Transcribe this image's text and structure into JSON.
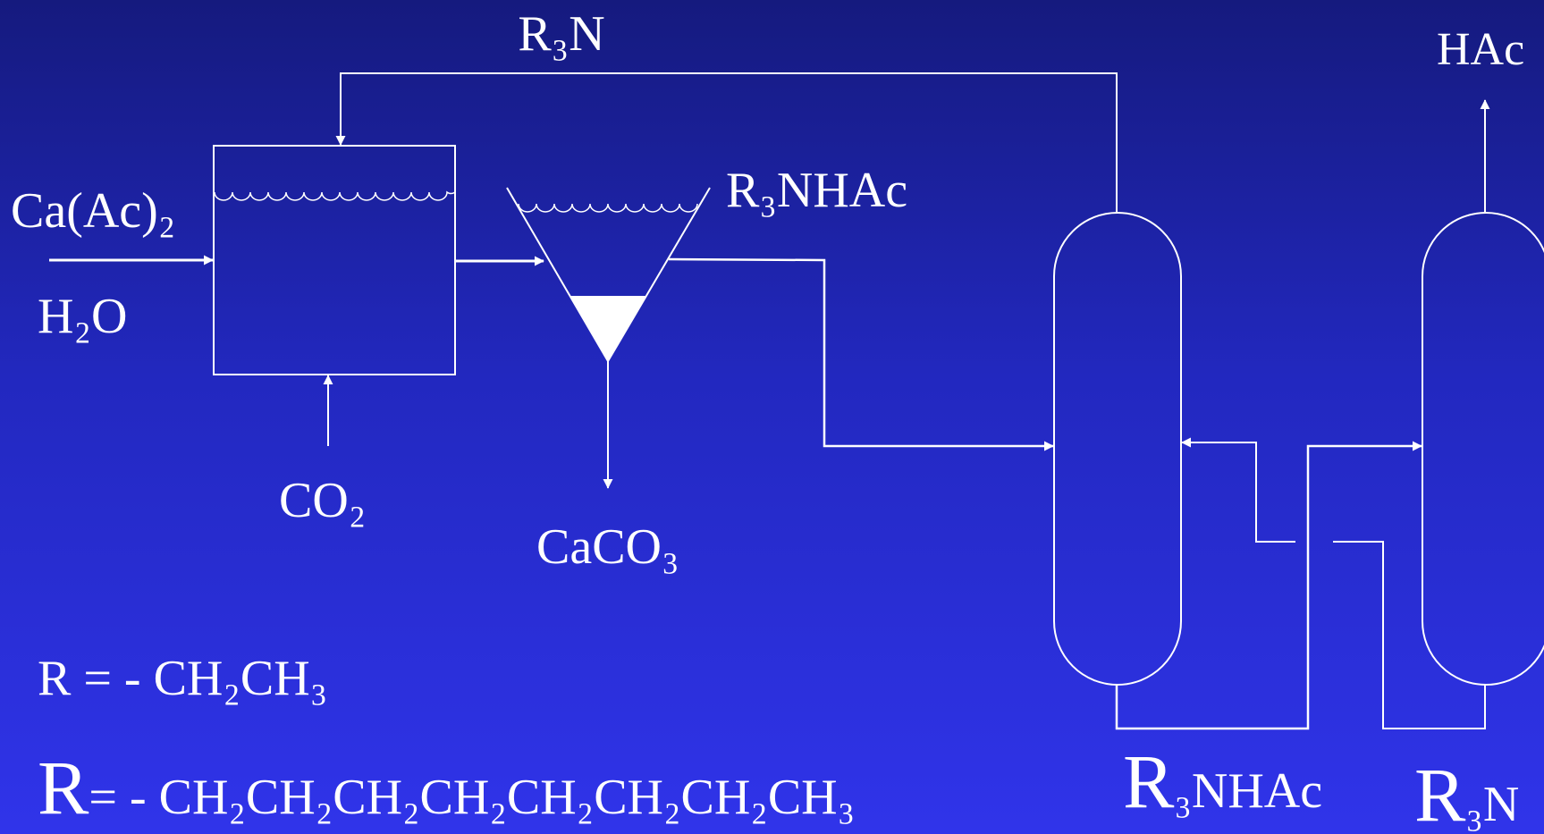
{
  "labels": {
    "r3n_top": "R₃N",
    "hac_top": "HAc",
    "ca_ac2": "Ca(Ac)₂",
    "h2o": "H₂O",
    "r3nhac_upper": "R₃NHAc",
    "co2": "CO₂",
    "caco3": "CaCO₃",
    "r_def_ethyl": "R = - CH₂CH₃",
    "r_def_octyl_r": "R",
    "r_def_octyl_rest": "= - CH₂CH₂CH₂CH₂CH₂CH₂CH₂CH₃",
    "r3nhac_bottom_r": "R",
    "r3nhac_bottom_rest": "₃NHAc",
    "r3n_bottom_r": "R",
    "r3n_bottom_rest": "₃N"
  },
  "colors": {
    "line": "#ffffff",
    "text": "#ffffff",
    "background_top": "#151a7e",
    "background_bottom": "#3034ea"
  }
}
